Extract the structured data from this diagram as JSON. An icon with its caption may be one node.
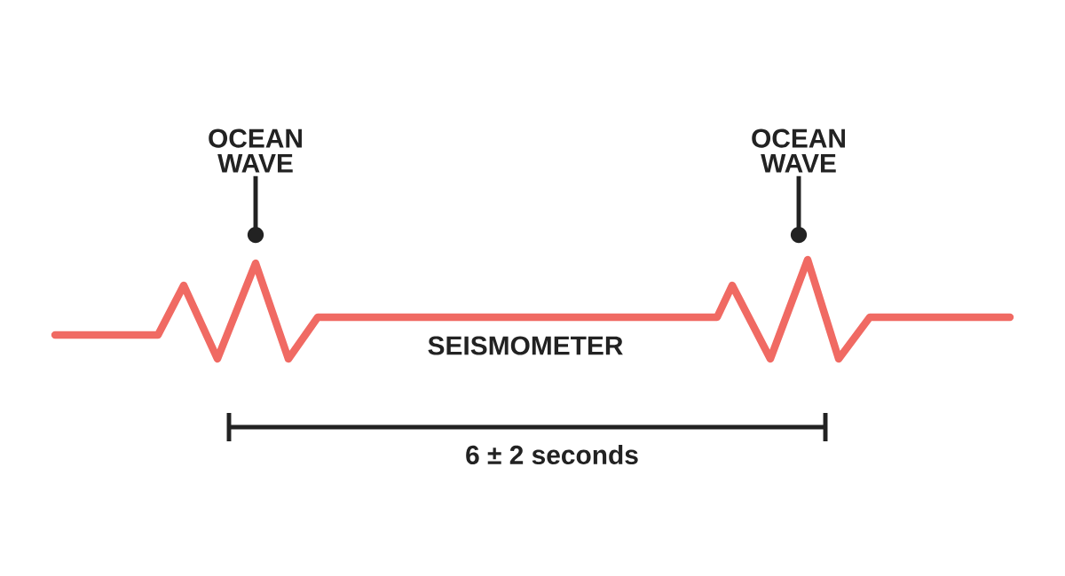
{
  "diagram": {
    "nodes": [
      {
        "text": [
          "OCEAN WAVE"
        ]
      },
      {
        "text": [
          "OCEAN WAVE"
        ]
      }
    ],
    "edges": [
      {
        "from": 0,
        "to": null,
        "arrow": "other"
      },
      {
        "from": 1,
        "to": null,
        "arrow": "other"
      }
    ],
    "labels": [
      "SEISMOMETER",
      "6 ± 2 seconds"
    ]
  }
}
